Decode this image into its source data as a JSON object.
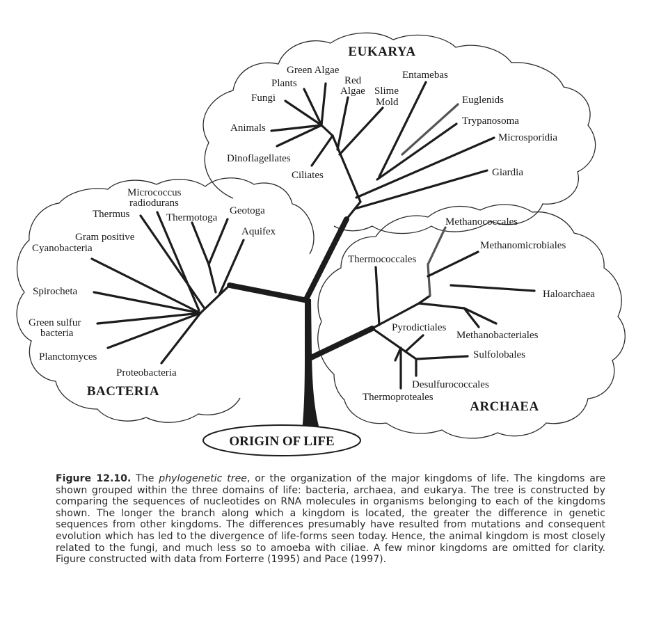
{
  "domains": {
    "eukarya": "EUKARYA",
    "bacteria": "BACTERIA",
    "archaea": "ARCHAEA"
  },
  "origin": "ORIGIN OF LIFE",
  "eukarya_taxa": {
    "green_algae": "Green Algae",
    "plants": "Plants",
    "red_algae_1": "Red",
    "red_algae_2": "Algae",
    "fungi": "Fungi",
    "slime_mold_1": "Slime",
    "slime_mold_2": "Mold",
    "entamebas": "Entamebas",
    "euglenids": "Euglenids",
    "animals": "Animals",
    "trypanosoma": "Trypanosoma",
    "microsporidia": "Microsporidia",
    "dinoflagellates": "Dinoflagellates",
    "ciliates": "Ciliates",
    "giardia": "Giardia"
  },
  "bacteria_taxa": {
    "micrococcus_1": "Micrococcus",
    "micrococcus_2": "radiodurans",
    "thermus": "Thermus",
    "geotoga": "Geotoga",
    "thermotoga": "Thermotoga",
    "aquifex": "Aquifex",
    "gram_positive": "Gram positive",
    "cyanobacteria": "Cyanobacteria",
    "spirocheta": "Spirocheta",
    "green_sulfur_1": "Green sulfur",
    "green_sulfur_2": "bacteria",
    "planctomyces": "Planctomyces",
    "proteobacteria": "Proteobacteria"
  },
  "archaea_taxa": {
    "methanococcales": "Methanococcales",
    "methanomicrobiales": "Methanomicrobiales",
    "thermococcales": "Thermococcales",
    "haloarchaea": "Haloarchaea",
    "pyrodictiales": "Pyrodictiales",
    "methanobacteriales": "Methanobacteriales",
    "sulfolobales": "Sulfolobales",
    "desulfurococcales": "Desulfurococcales",
    "thermoproteales": "Thermoproteales"
  },
  "caption": {
    "figure_number": "Figure 12.10.",
    "pre": "The ",
    "term": "phylogenetic tree",
    "body": ", or the organization of the major kingdoms of life. The kingdoms are shown grouped within the three domains of life: bacteria, archaea, and eukarya. The tree is constructed by comparing the sequences of nucleotides on RNA molecules in organisms belonging to each of the kingdoms shown. The longer the branch along which a kingdom is located, the greater the difference in genetic sequences from other kingdoms. The differences presumably have resulted from mutations and consequent evolution which has led to the divergence of life-forms seen today. Hence, the animal kingdom is most closely related to the fungi, and much less so to amoeba with ciliae. A few minor kingdoms are omitted for clarity. Figure constructed with data from Forterre (1995) and Pace (1997)."
  }
}
